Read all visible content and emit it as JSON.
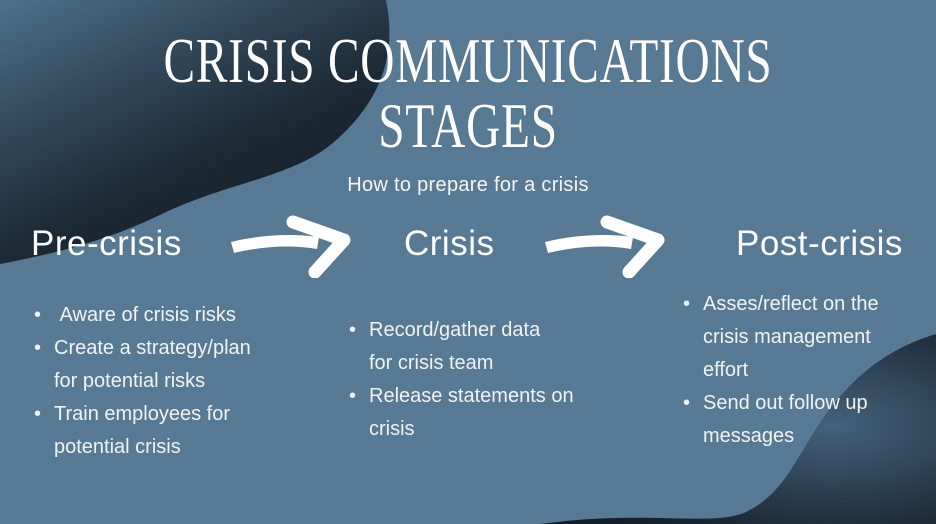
{
  "slide": {
    "background_color": "#50748f",
    "blob_dark_color": "#0d1a26",
    "blob_edge_color": "#476b84",
    "text_color": "#ffffff"
  },
  "header": {
    "title_line1": "CRISIS COMMUNICATIONS",
    "title_line2": "STAGES",
    "subtitle": "How to prepare for a crisis"
  },
  "arrows": [
    {
      "icon": "arrow-right-icon"
    },
    {
      "icon": "arrow-right-icon"
    }
  ],
  "stages": [
    {
      "label": "Pre-crisis",
      "items": [
        " Aware of crisis risks",
        "Create a strategy/plan\nfor potential risks",
        "Train employees for\npotential crisis"
      ]
    },
    {
      "label": "Crisis",
      "items": [
        "Record/gather data\nfor crisis team",
        "Release statements on\ncrisis"
      ]
    },
    {
      "label": "Post-crisis",
      "items": [
        "Asses/reflect on the\ncrisis management\neffort",
        "Send out follow up\nmessages"
      ]
    }
  ]
}
